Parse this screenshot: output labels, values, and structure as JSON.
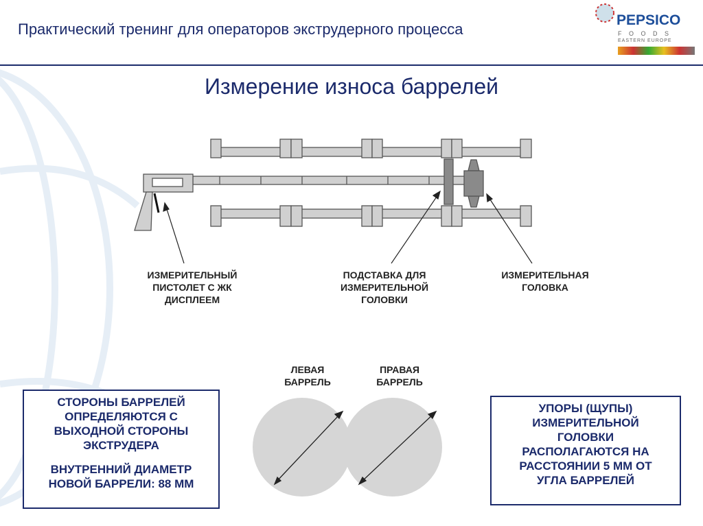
{
  "header": {
    "title": "Практический тренинг для операторов экструдерного процесса"
  },
  "logo": {
    "brand": "PEPSICO",
    "line1": "F O O D S",
    "line2": "EASTERN EUROPE"
  },
  "slide_title": "Измерение износа баррелей",
  "diagram_labels": {
    "gun": [
      "ИЗМЕРИТЕЛЬНЫЙ",
      "ПИСТОЛЕТ С ЖК",
      "ДИСПЛЕЕМ"
    ],
    "stand": [
      "ПОДСТАВКА ДЛЯ",
      "ИЗМЕРИТЕЛЬНОЙ",
      "ГОЛОВКИ"
    ],
    "head": [
      "ИЗМЕРИТЕЛЬНАЯ",
      "ГОЛОВКА"
    ],
    "left_barrel": [
      "ЛЕВАЯ",
      "БАРРЕЛЬ"
    ],
    "right_barrel": [
      "ПРАВАЯ",
      "БАРРЕЛЬ"
    ]
  },
  "left_box": {
    "p1": [
      "СТОРОНЫ БАРРЕЛЕЙ",
      "ОПРЕДЕЛЯЮТСЯ С",
      "ВЫХОДНОЙ СТОРОНЫ",
      "ЭКСТРУДЕРА"
    ],
    "p2": [
      "ВНУТРЕННИЙ ДИАМЕТР",
      "НОВОЙ БАРРЕЛИ: 88 ММ"
    ]
  },
  "right_box": {
    "p1": [
      "УПОРЫ (ЩУПЫ)",
      "ИЗМЕРИТЕЛЬНОЙ",
      "ГОЛОВКИ",
      "РАСПОЛАГАЮТСЯ НА",
      "РАССТОЯНИИ 5 ММ ОТ",
      "УГЛА БАРРЕЛЕЙ"
    ]
  },
  "colors": {
    "navy": "#1b2a6b",
    "part": "#d0d0d0",
    "dark_part": "#8a8a8a"
  }
}
